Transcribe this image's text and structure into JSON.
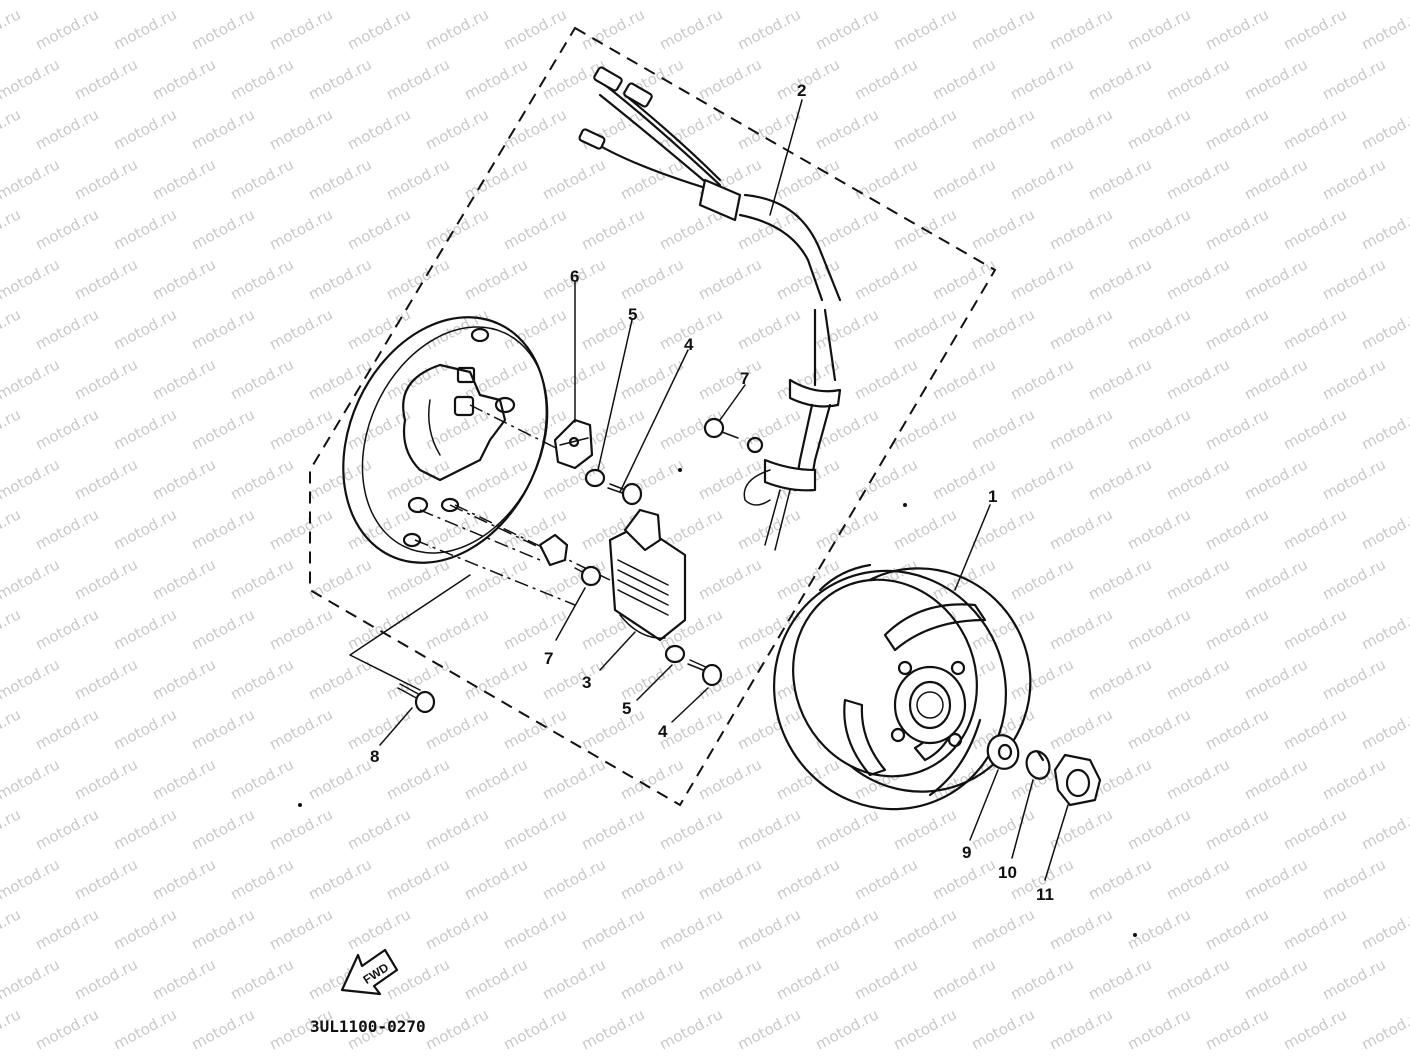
{
  "watermark": {
    "text": "motod.ru"
  },
  "diagram_code": "3UL1100-0270",
  "fwd_label": "FWD",
  "callouts": [
    {
      "id": "1",
      "text": "1"
    },
    {
      "id": "2",
      "text": "2"
    },
    {
      "id": "3",
      "text": "3"
    },
    {
      "id": "4a",
      "text": "4"
    },
    {
      "id": "4b",
      "text": "4"
    },
    {
      "id": "5a",
      "text": "5"
    },
    {
      "id": "5b",
      "text": "5"
    },
    {
      "id": "6",
      "text": "6"
    },
    {
      "id": "7a",
      "text": "7"
    },
    {
      "id": "7b",
      "text": "7"
    },
    {
      "id": "8",
      "text": "8"
    },
    {
      "id": "9",
      "text": "9"
    },
    {
      "id": "10",
      "text": "10"
    },
    {
      "id": "11",
      "text": "11"
    }
  ],
  "colors": {
    "ink": "#111111",
    "watermark": "#c9c9c9",
    "paper": "#ffffff"
  }
}
